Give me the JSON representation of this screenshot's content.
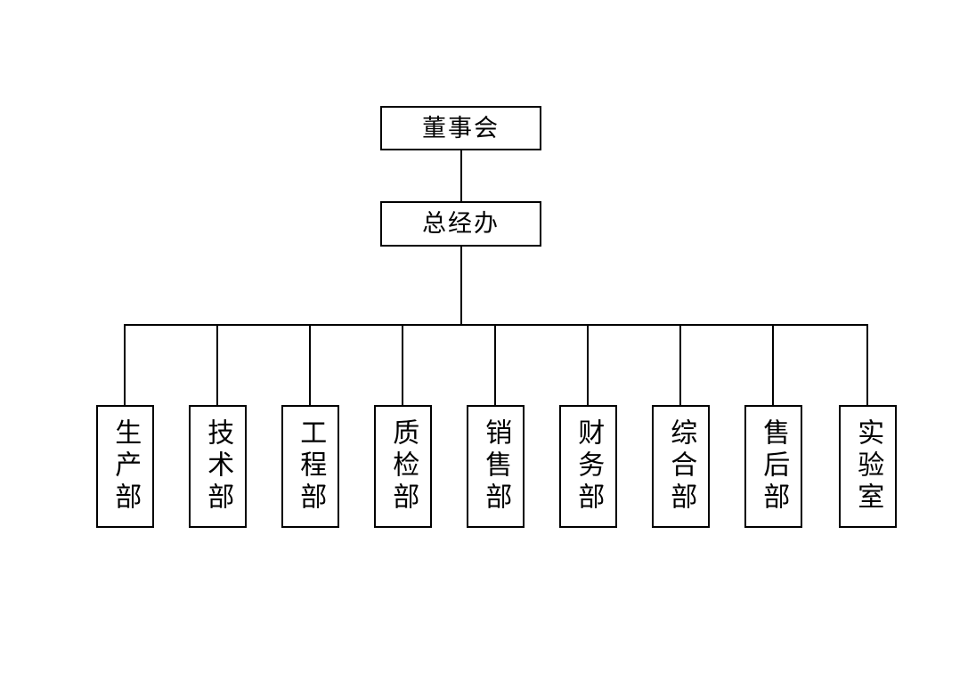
{
  "chart": {
    "type": "org-chart",
    "background_color": "#ffffff",
    "line_color": "#000000",
    "border_color": "#000000",
    "levels": [
      {
        "level": 1,
        "nodes": [
          {
            "id": "board",
            "label": "董事会"
          }
        ]
      },
      {
        "level": 2,
        "nodes": [
          {
            "id": "gm",
            "label": "总经办"
          }
        ]
      },
      {
        "level": 3,
        "nodes": [
          {
            "id": "dept-production",
            "label": "生产部"
          },
          {
            "id": "dept-technology",
            "label": "技术部"
          },
          {
            "id": "dept-engineering",
            "label": "工程部"
          },
          {
            "id": "dept-quality",
            "label": "质检部"
          },
          {
            "id": "dept-sales",
            "label": "销售部"
          },
          {
            "id": "dept-finance",
            "label": "财务部"
          },
          {
            "id": "dept-general-affairs",
            "label": "综合部"
          },
          {
            "id": "dept-after-sales",
            "label": "售后部"
          },
          {
            "id": "dept-laboratory",
            "label": "实验室"
          }
        ]
      }
    ]
  },
  "top": {
    "board_label": "董事会",
    "gm_label": "总经办"
  },
  "departments": [
    {
      "label": "生产部"
    },
    {
      "label": "技术部"
    },
    {
      "label": "工程部"
    },
    {
      "label": "质检部"
    },
    {
      "label": "销售部"
    },
    {
      "label": "财务部"
    },
    {
      "label": "综合部"
    },
    {
      "label": "售后部"
    },
    {
      "label": "实验室"
    }
  ]
}
